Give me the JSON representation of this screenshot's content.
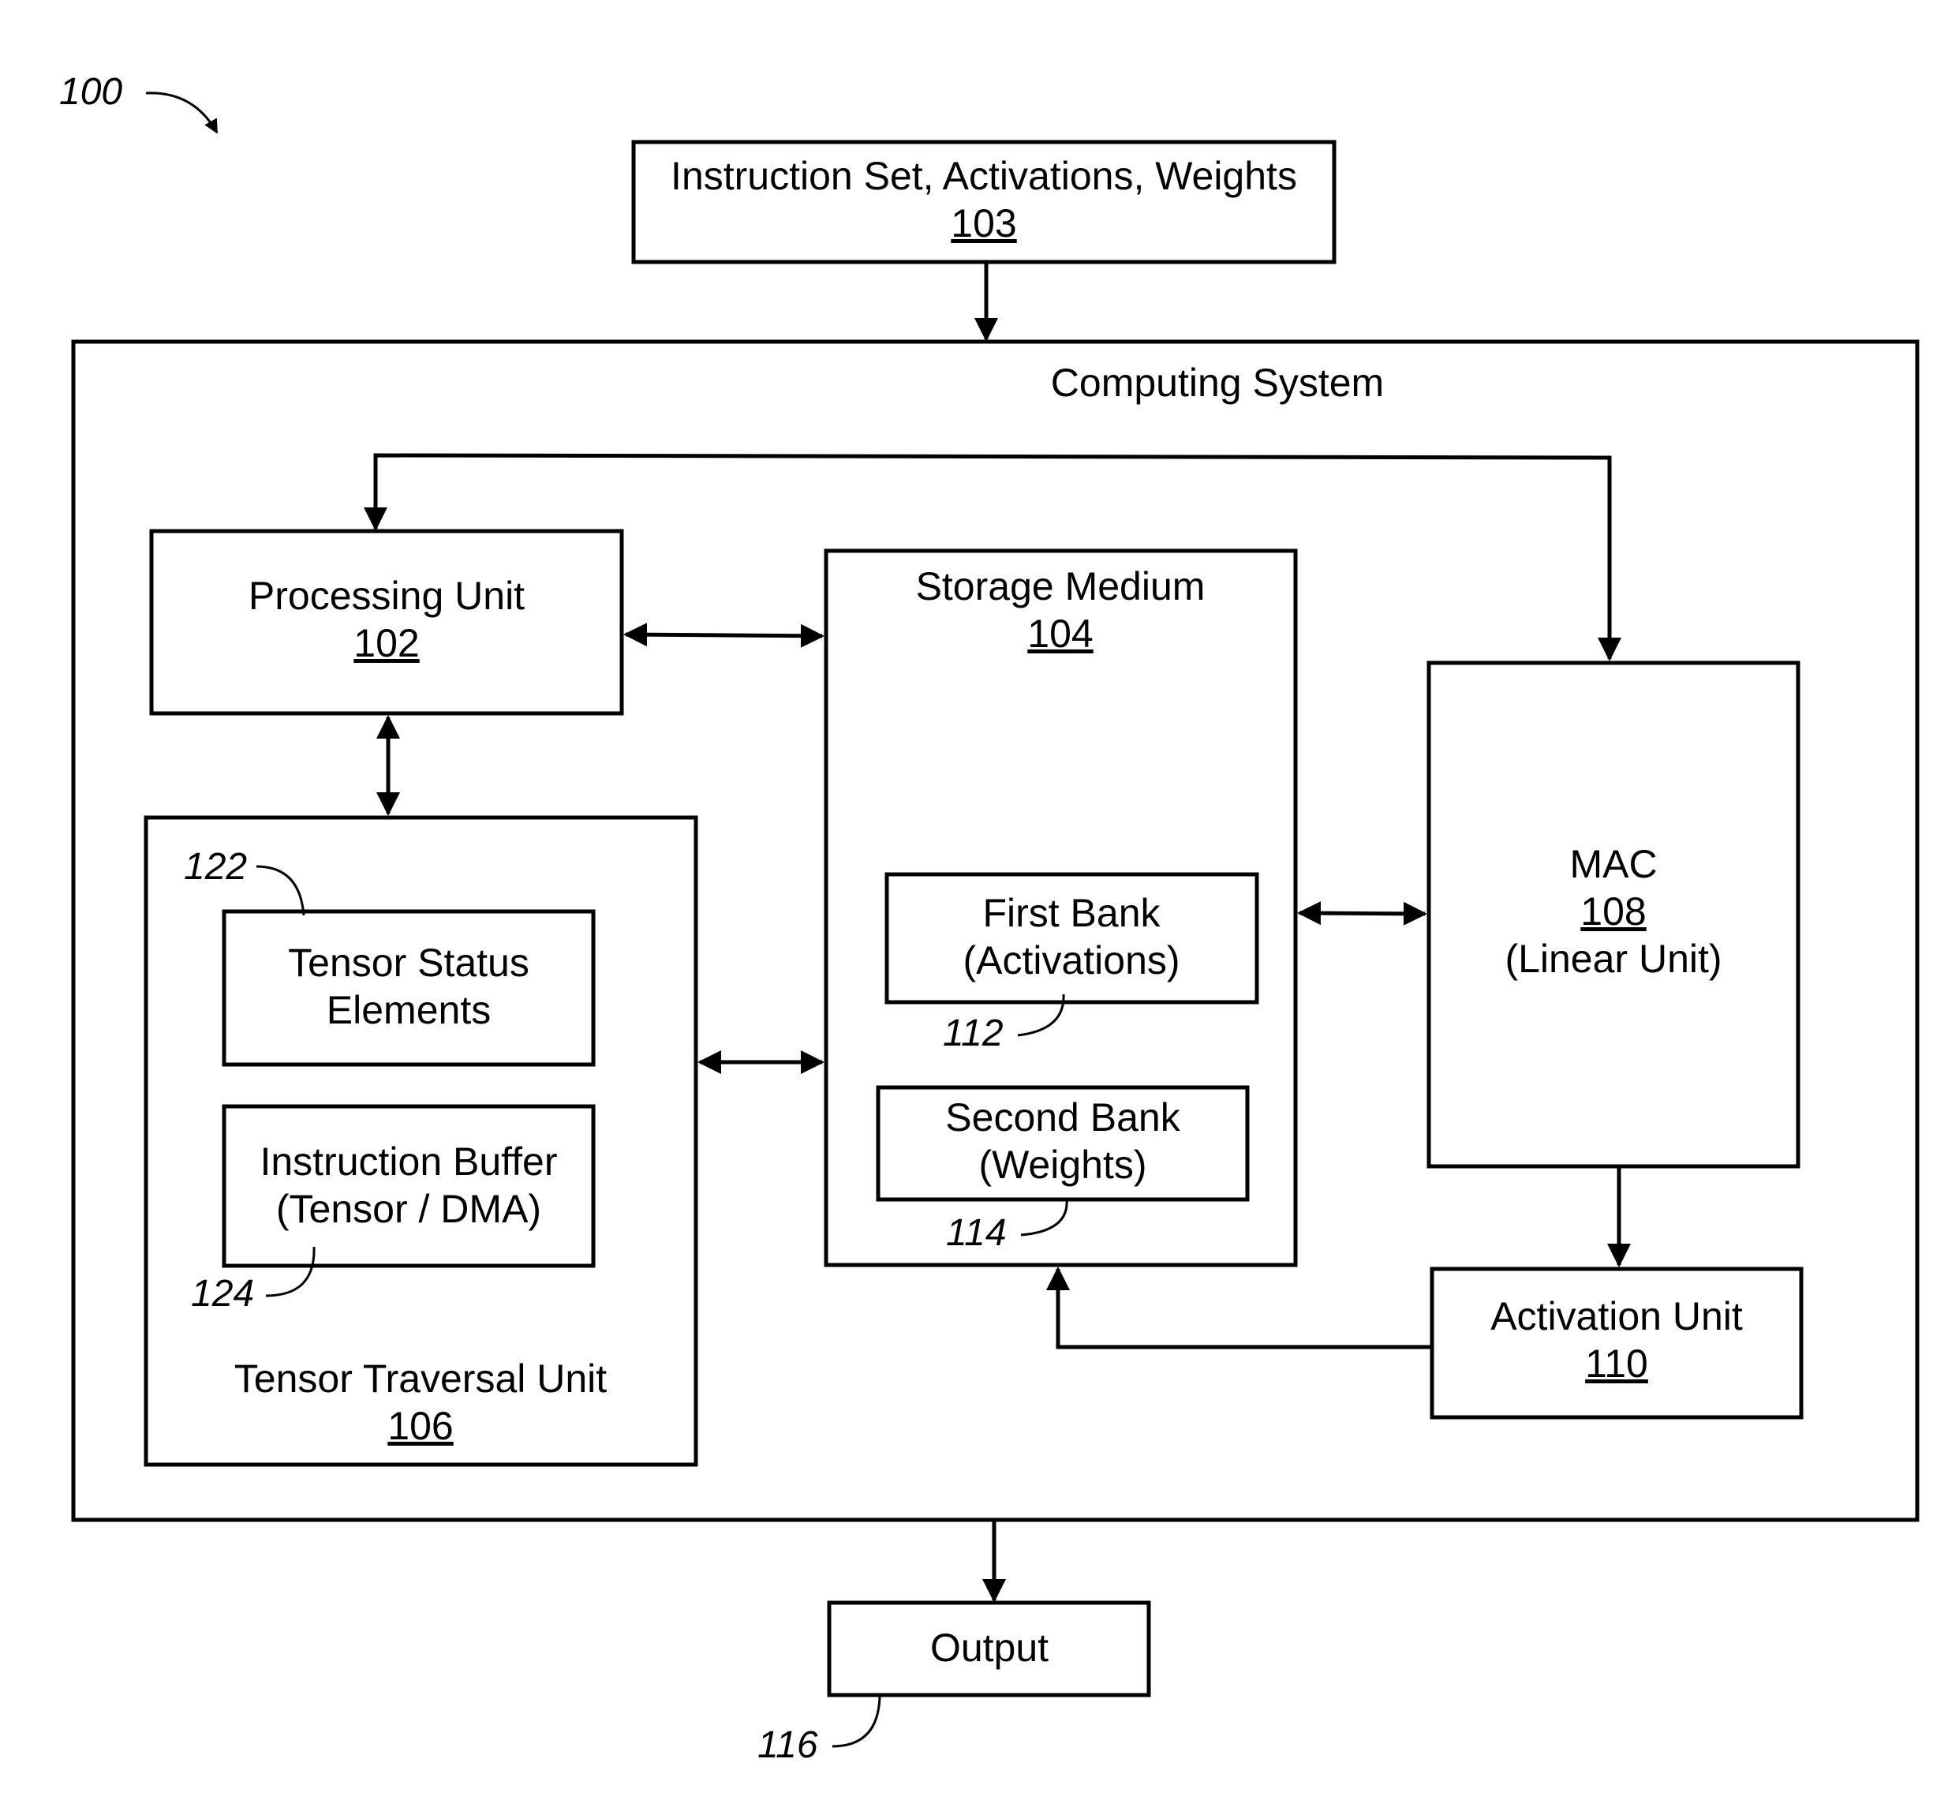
{
  "figure_ref": "100",
  "input": {
    "label": "Instruction Set, Activations, Weights",
    "number": "103"
  },
  "computing_system": {
    "label": "Computing System"
  },
  "processing_unit": {
    "label": "Processing Unit",
    "number": "102"
  },
  "storage_medium": {
    "label": "Storage Medium",
    "number": "104"
  },
  "first_bank": {
    "line1": "First Bank",
    "line2": "(Activations)",
    "ref": "112"
  },
  "second_bank": {
    "line1": "Second Bank",
    "line2": "(Weights)",
    "ref": "114"
  },
  "mac": {
    "label": "MAC",
    "number": "108",
    "sublabel": "(Linear Unit)"
  },
  "activation_unit": {
    "label": "Activation Unit",
    "number": "110"
  },
  "tensor_traversal_unit": {
    "label": "Tensor Traversal Unit",
    "number": "106"
  },
  "tensor_status": {
    "line1": "Tensor Status",
    "line2": "Elements",
    "ref": "122"
  },
  "instruction_buffer": {
    "line1": "Instruction Buffer",
    "line2": "(Tensor / DMA)",
    "ref": "124"
  },
  "output": {
    "label": "Output",
    "ref": "116"
  }
}
